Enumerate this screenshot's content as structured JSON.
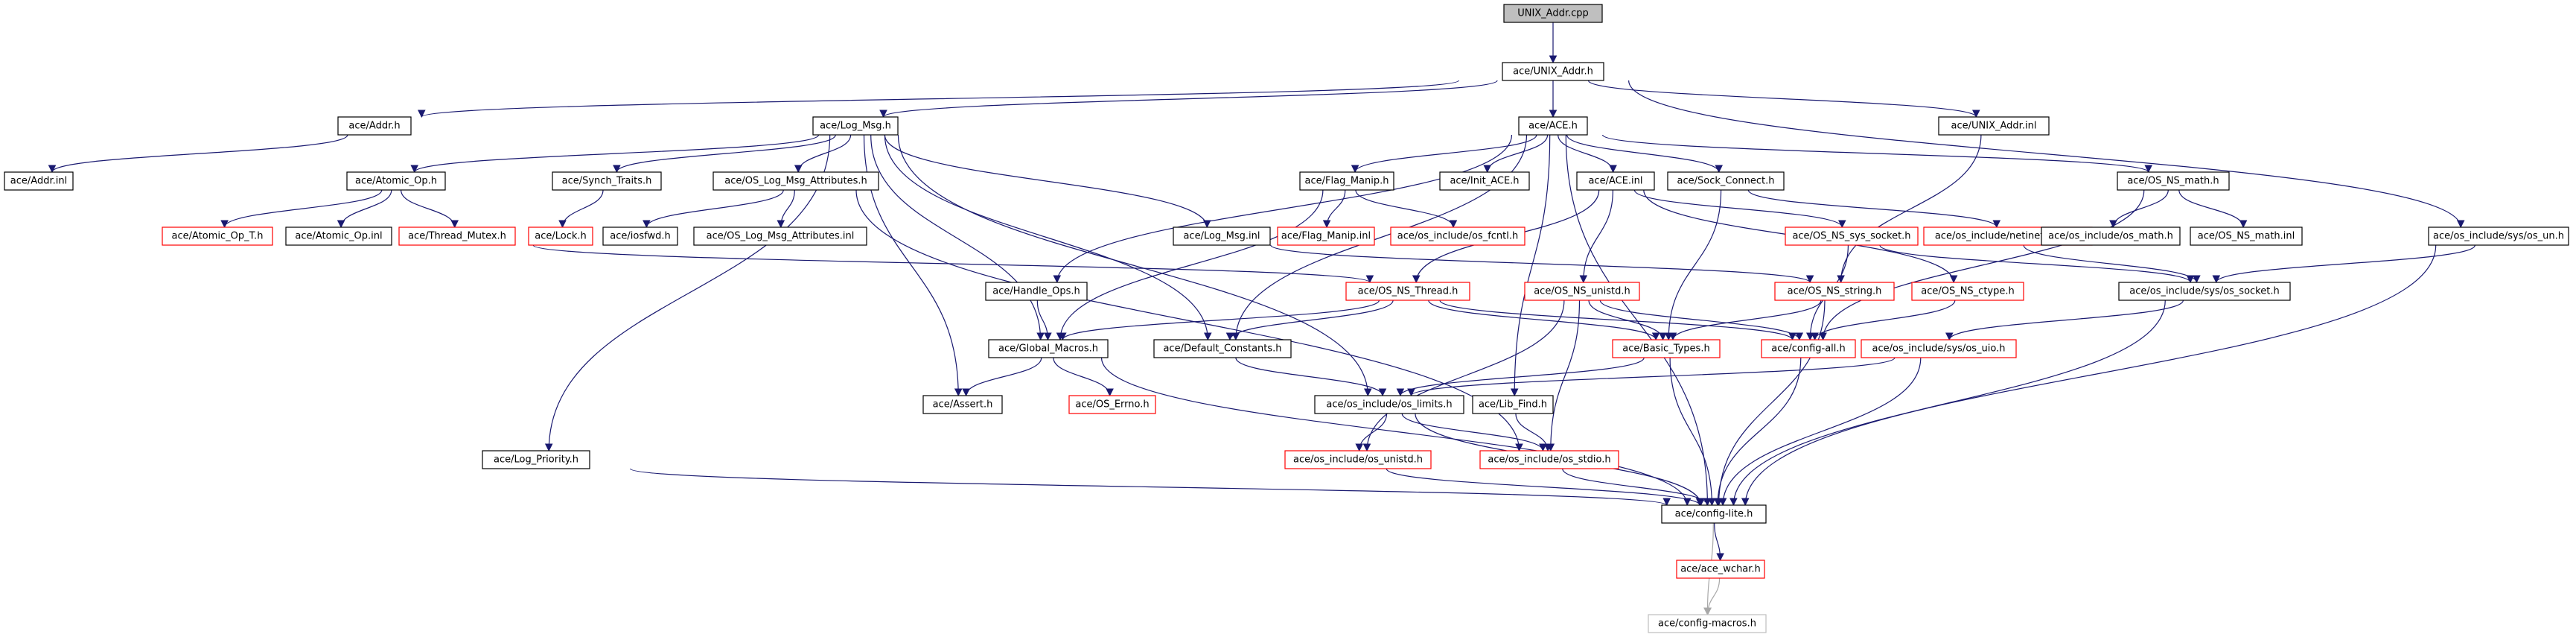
{
  "graph": {
    "title": "",
    "colors": {
      "edge": "#191970",
      "edge_muted": "#a8a8a8",
      "node_border_default": "#000000",
      "node_border_incomplete": "#ff0000",
      "node_border_external": "#bfbfbf",
      "node_fill_root": "#bfbfbf",
      "node_fill_default": "#ffffff"
    },
    "nodes": [
      {
        "id": "unix_addr_cpp",
        "label": "UNIX_Addr.cpp",
        "style": "root"
      },
      {
        "id": "unix_addr_h",
        "label": "ace/UNIX_Addr.h",
        "style": "normal"
      },
      {
        "id": "addr_h",
        "label": "ace/Addr.h",
        "style": "normal"
      },
      {
        "id": "log_msg_h",
        "label": "ace/Log_Msg.h",
        "style": "normal"
      },
      {
        "id": "ace_h",
        "label": "ace/ACE.h",
        "style": "normal"
      },
      {
        "id": "unix_addr_inl",
        "label": "ace/UNIX_Addr.inl",
        "style": "normal"
      },
      {
        "id": "addr_inl",
        "label": "ace/Addr.inl",
        "style": "normal"
      },
      {
        "id": "atomic_op_h",
        "label": "ace/Atomic_Op.h",
        "style": "normal"
      },
      {
        "id": "synch_traits_h",
        "label": "ace/Synch_Traits.h",
        "style": "normal"
      },
      {
        "id": "os_log_msg_attr_h",
        "label": "ace/OS_Log_Msg_Attributes.h",
        "style": "normal"
      },
      {
        "id": "flag_manip_h",
        "label": "ace/Flag_Manip.h",
        "style": "normal"
      },
      {
        "id": "init_ace_h",
        "label": "ace/Init_ACE.h",
        "style": "normal"
      },
      {
        "id": "ace_inl",
        "label": "ace/ACE.inl",
        "style": "normal"
      },
      {
        "id": "sock_connect_h",
        "label": "ace/Sock_Connect.h",
        "style": "normal"
      },
      {
        "id": "os_ns_math_h",
        "label": "ace/OS_NS_math.h",
        "style": "normal"
      },
      {
        "id": "atomic_op_t_h",
        "label": "ace/Atomic_Op_T.h",
        "style": "incomplete"
      },
      {
        "id": "atomic_op_inl",
        "label": "ace/Atomic_Op.inl",
        "style": "normal"
      },
      {
        "id": "thread_mutex_h",
        "label": "ace/Thread_Mutex.h",
        "style": "incomplete"
      },
      {
        "id": "lock_h",
        "label": "ace/Lock.h",
        "style": "incomplete"
      },
      {
        "id": "iosfwd_h",
        "label": "ace/iosfwd.h",
        "style": "normal"
      },
      {
        "id": "os_log_msg_attr_inl",
        "label": "ace/OS_Log_Msg_Attributes.inl",
        "style": "normal"
      },
      {
        "id": "log_msg_inl",
        "label": "ace/Log_Msg.inl",
        "style": "normal"
      },
      {
        "id": "flag_manip_inl",
        "label": "ace/Flag_Manip.inl",
        "style": "incomplete"
      },
      {
        "id": "os_fcntl_h",
        "label": "ace/os_include/os_fcntl.h",
        "style": "incomplete"
      },
      {
        "id": "os_ns_sys_socket_h",
        "label": "ace/OS_NS_sys_socket.h",
        "style": "incomplete"
      },
      {
        "id": "netinet_in_h",
        "label": "ace/os_include/netinet/os_in.h",
        "style": "incomplete"
      },
      {
        "id": "os_math_h",
        "label": "ace/os_include/os_math.h",
        "style": "normal"
      },
      {
        "id": "os_ns_math_inl",
        "label": "ace/OS_NS_math.inl",
        "style": "normal"
      },
      {
        "id": "sys_os_un_h",
        "label": "ace/os_include/sys/os_un.h",
        "style": "normal"
      },
      {
        "id": "handle_ops_h",
        "label": "ace/Handle_Ops.h",
        "style": "normal"
      },
      {
        "id": "os_ns_thread_h",
        "label": "ace/OS_NS_Thread.h",
        "style": "incomplete"
      },
      {
        "id": "os_ns_unistd_h",
        "label": "ace/OS_NS_unistd.h",
        "style": "incomplete"
      },
      {
        "id": "os_ns_string_h",
        "label": "ace/OS_NS_string.h",
        "style": "incomplete"
      },
      {
        "id": "os_ns_ctype_h",
        "label": "ace/OS_NS_ctype.h",
        "style": "incomplete"
      },
      {
        "id": "sys_os_socket_h",
        "label": "ace/os_include/sys/os_socket.h",
        "style": "normal"
      },
      {
        "id": "global_macros_h",
        "label": "ace/Global_Macros.h",
        "style": "normal"
      },
      {
        "id": "default_constants_h",
        "label": "ace/Default_Constants.h",
        "style": "normal"
      },
      {
        "id": "basic_types_h",
        "label": "ace/Basic_Types.h",
        "style": "incomplete"
      },
      {
        "id": "config_all_h",
        "label": "ace/config-all.h",
        "style": "incomplete"
      },
      {
        "id": "sys_os_uio_h",
        "label": "ace/os_include/sys/os_uio.h",
        "style": "incomplete"
      },
      {
        "id": "assert_h",
        "label": "ace/Assert.h",
        "style": "normal"
      },
      {
        "id": "os_errno_h",
        "label": "ace/OS_Errno.h",
        "style": "incomplete"
      },
      {
        "id": "os_limits_h",
        "label": "ace/os_include/os_limits.h",
        "style": "normal"
      },
      {
        "id": "lib_find_h",
        "label": "ace/Lib_Find.h",
        "style": "normal"
      },
      {
        "id": "log_priority_h",
        "label": "ace/Log_Priority.h",
        "style": "normal"
      },
      {
        "id": "os_unistd_h",
        "label": "ace/os_include/os_unistd.h",
        "style": "incomplete"
      },
      {
        "id": "os_stdio_h",
        "label": "ace/os_include/os_stdio.h",
        "style": "incomplete"
      },
      {
        "id": "config_lite_h",
        "label": "ace/config-lite.h",
        "style": "normal"
      },
      {
        "id": "ace_wchar_h",
        "label": "ace/ace_wchar.h",
        "style": "incomplete"
      },
      {
        "id": "config_macros_h",
        "label": "ace/config-macros.h",
        "style": "external"
      }
    ],
    "edges": [
      [
        "unix_addr_cpp",
        "unix_addr_h"
      ],
      [
        "unix_addr_h",
        "addr_h"
      ],
      [
        "unix_addr_h",
        "log_msg_h"
      ],
      [
        "unix_addr_h",
        "ace_h"
      ],
      [
        "unix_addr_h",
        "unix_addr_inl"
      ],
      [
        "unix_addr_h",
        "sys_os_un_h"
      ],
      [
        "addr_h",
        "addr_inl"
      ],
      [
        "log_msg_h",
        "atomic_op_h"
      ],
      [
        "log_msg_h",
        "synch_traits_h"
      ],
      [
        "log_msg_h",
        "os_log_msg_attr_h"
      ],
      [
        "log_msg_h",
        "log_msg_inl"
      ],
      [
        "log_msg_h",
        "global_macros_h"
      ],
      [
        "log_msg_h",
        "default_constants_h"
      ],
      [
        "log_msg_h",
        "assert_h"
      ],
      [
        "log_msg_h",
        "os_limits_h"
      ],
      [
        "log_msg_h",
        "log_priority_h"
      ],
      [
        "atomic_op_h",
        "atomic_op_t_h"
      ],
      [
        "atomic_op_h",
        "atomic_op_inl"
      ],
      [
        "atomic_op_h",
        "thread_mutex_h"
      ],
      [
        "thread_mutex_h",
        "os_ns_thread_h"
      ],
      [
        "synch_traits_h",
        "lock_h"
      ],
      [
        "os_log_msg_attr_h",
        "iosfwd_h"
      ],
      [
        "os_log_msg_attr_h",
        "os_log_msg_attr_inl"
      ],
      [
        "os_log_msg_attr_h",
        "os_stdio_h"
      ],
      [
        "log_msg_inl",
        "os_ns_string_h"
      ],
      [
        "ace_h",
        "handle_ops_h"
      ],
      [
        "ace_h",
        "flag_manip_h"
      ],
      [
        "ace_h",
        "init_ace_h"
      ],
      [
        "ace_h",
        "ace_inl"
      ],
      [
        "ace_h",
        "sock_connect_h"
      ],
      [
        "ace_h",
        "os_ns_math_h"
      ],
      [
        "ace_h",
        "default_constants_h"
      ],
      [
        "ace_h",
        "lib_find_h"
      ],
      [
        "ace_h",
        "config_lite_h"
      ],
      [
        "flag_manip_h",
        "flag_manip_inl"
      ],
      [
        "flag_manip_h",
        "os_fcntl_h"
      ],
      [
        "flag_manip_h",
        "global_macros_h"
      ],
      [
        "ace_inl",
        "os_ns_thread_h"
      ],
      [
        "ace_inl",
        "os_ns_unistd_h"
      ],
      [
        "ace_inl",
        "os_ns_ctype_h"
      ],
      [
        "ace_inl",
        "os_ns_sys_socket_h"
      ],
      [
        "sock_connect_h",
        "netinet_in_h"
      ],
      [
        "sock_connect_h",
        "basic_types_h"
      ],
      [
        "os_ns_math_h",
        "os_math_h"
      ],
      [
        "os_ns_math_h",
        "os_ns_math_inl"
      ],
      [
        "os_ns_math_h",
        "config_all_h"
      ],
      [
        "unix_addr_inl",
        "os_ns_string_h"
      ],
      [
        "sys_os_un_h",
        "sys_os_socket_h"
      ],
      [
        "sys_os_un_h",
        "config_lite_h"
      ],
      [
        "os_ns_sys_socket_h",
        "sys_os_socket_h"
      ],
      [
        "os_ns_sys_socket_h",
        "config_all_h"
      ],
      [
        "netinet_in_h",
        "sys_os_socket_h"
      ],
      [
        "handle_ops_h",
        "global_macros_h"
      ],
      [
        "os_ns_thread_h",
        "global_macros_h"
      ],
      [
        "os_ns_thread_h",
        "default_constants_h"
      ],
      [
        "os_ns_thread_h",
        "basic_types_h"
      ],
      [
        "os_ns_thread_h",
        "config_all_h"
      ],
      [
        "os_ns_unistd_h",
        "basic_types_h"
      ],
      [
        "os_ns_unistd_h",
        "config_all_h"
      ],
      [
        "os_ns_unistd_h",
        "os_unistd_h"
      ],
      [
        "os_ns_unistd_h",
        "os_stdio_h"
      ],
      [
        "os_ns_string_h",
        "basic_types_h"
      ],
      [
        "os_ns_string_h",
        "config_lite_h"
      ],
      [
        "os_ns_ctype_h",
        "config_all_h"
      ],
      [
        "sys_os_socket_h",
        "sys_os_uio_h"
      ],
      [
        "sys_os_socket_h",
        "config_lite_h"
      ],
      [
        "global_macros_h",
        "assert_h"
      ],
      [
        "global_macros_h",
        "os_errno_h"
      ],
      [
        "global_macros_h",
        "config_lite_h"
      ],
      [
        "default_constants_h",
        "os_limits_h"
      ],
      [
        "basic_types_h",
        "os_limits_h"
      ],
      [
        "basic_types_h",
        "config_lite_h"
      ],
      [
        "config_all_h",
        "config_lite_h"
      ],
      [
        "sys_os_uio_h",
        "os_limits_h"
      ],
      [
        "sys_os_uio_h",
        "config_lite_h"
      ],
      [
        "os_limits_h",
        "os_unistd_h"
      ],
      [
        "os_limits_h",
        "os_stdio_h"
      ],
      [
        "os_limits_h",
        "config_lite_h"
      ],
      [
        "lib_find_h",
        "os_stdio_h"
      ],
      [
        "log_priority_h",
        "config_lite_h"
      ],
      [
        "os_unistd_h",
        "config_lite_h"
      ],
      [
        "os_stdio_h",
        "config_lite_h"
      ],
      [
        "config_lite_h",
        "ace_wchar_h"
      ],
      [
        "config_lite_h",
        "config_macros_h",
        "gray"
      ],
      [
        "ace_wchar_h",
        "config_macros_h",
        "gray"
      ]
    ]
  }
}
